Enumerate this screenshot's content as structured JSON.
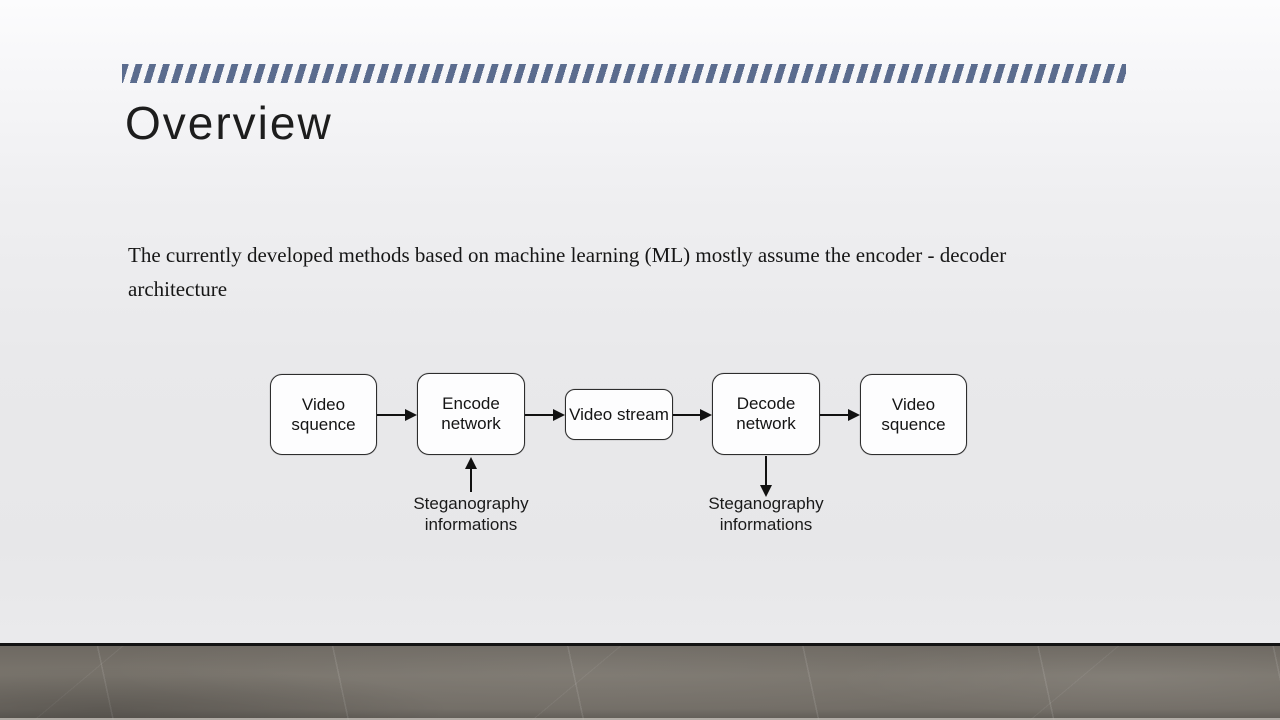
{
  "slide": {
    "title": "Overview",
    "body_text": "The currently developed methods based on machine learning (ML) mostly assume the encoder - decoder architecture"
  },
  "colors": {
    "accent_ribbon": "#5b6c8e",
    "box_border": "#2d2d2d",
    "box_fill": "#fdfdfe",
    "floor_base": "#736e67"
  },
  "diagram": {
    "boxes": [
      {
        "id": "video-sequence-in",
        "label": "Video squence"
      },
      {
        "id": "encode-network",
        "label": "Encode network"
      },
      {
        "id": "video-stream",
        "label": "Video stream"
      },
      {
        "id": "decode-network",
        "label": "Decode network"
      },
      {
        "id": "video-sequence-out",
        "label": "Video squence"
      }
    ],
    "annotations": [
      {
        "id": "steganography-in",
        "label": "Steganography informations",
        "arrow_direction": "up"
      },
      {
        "id": "steganography-out",
        "label": "Steganography informations",
        "arrow_direction": "down"
      }
    ]
  }
}
